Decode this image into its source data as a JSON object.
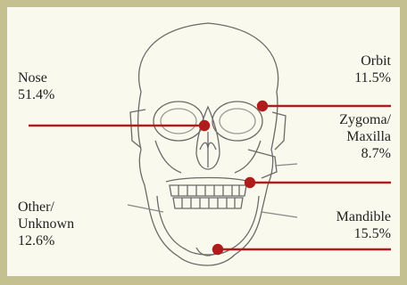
{
  "figure": {
    "frame_color": "#c4c090",
    "panel_color": "#faf9ee",
    "line_color": "#b01c1c",
    "labels": [
      {
        "id": "nose",
        "name": "Nose",
        "value": "51.4%"
      },
      {
        "id": "orbit",
        "name": "Orbit",
        "value": "11.5%"
      },
      {
        "id": "zygoma",
        "name_line1": "Zygoma/",
        "name_line2": "Maxilla",
        "value": "8.7%"
      },
      {
        "id": "other",
        "name_line1": "Other/",
        "name_line2": "Unknown",
        "value": "12.6%"
      },
      {
        "id": "mandible",
        "name": "Mandible",
        "value": "15.5%"
      }
    ]
  }
}
